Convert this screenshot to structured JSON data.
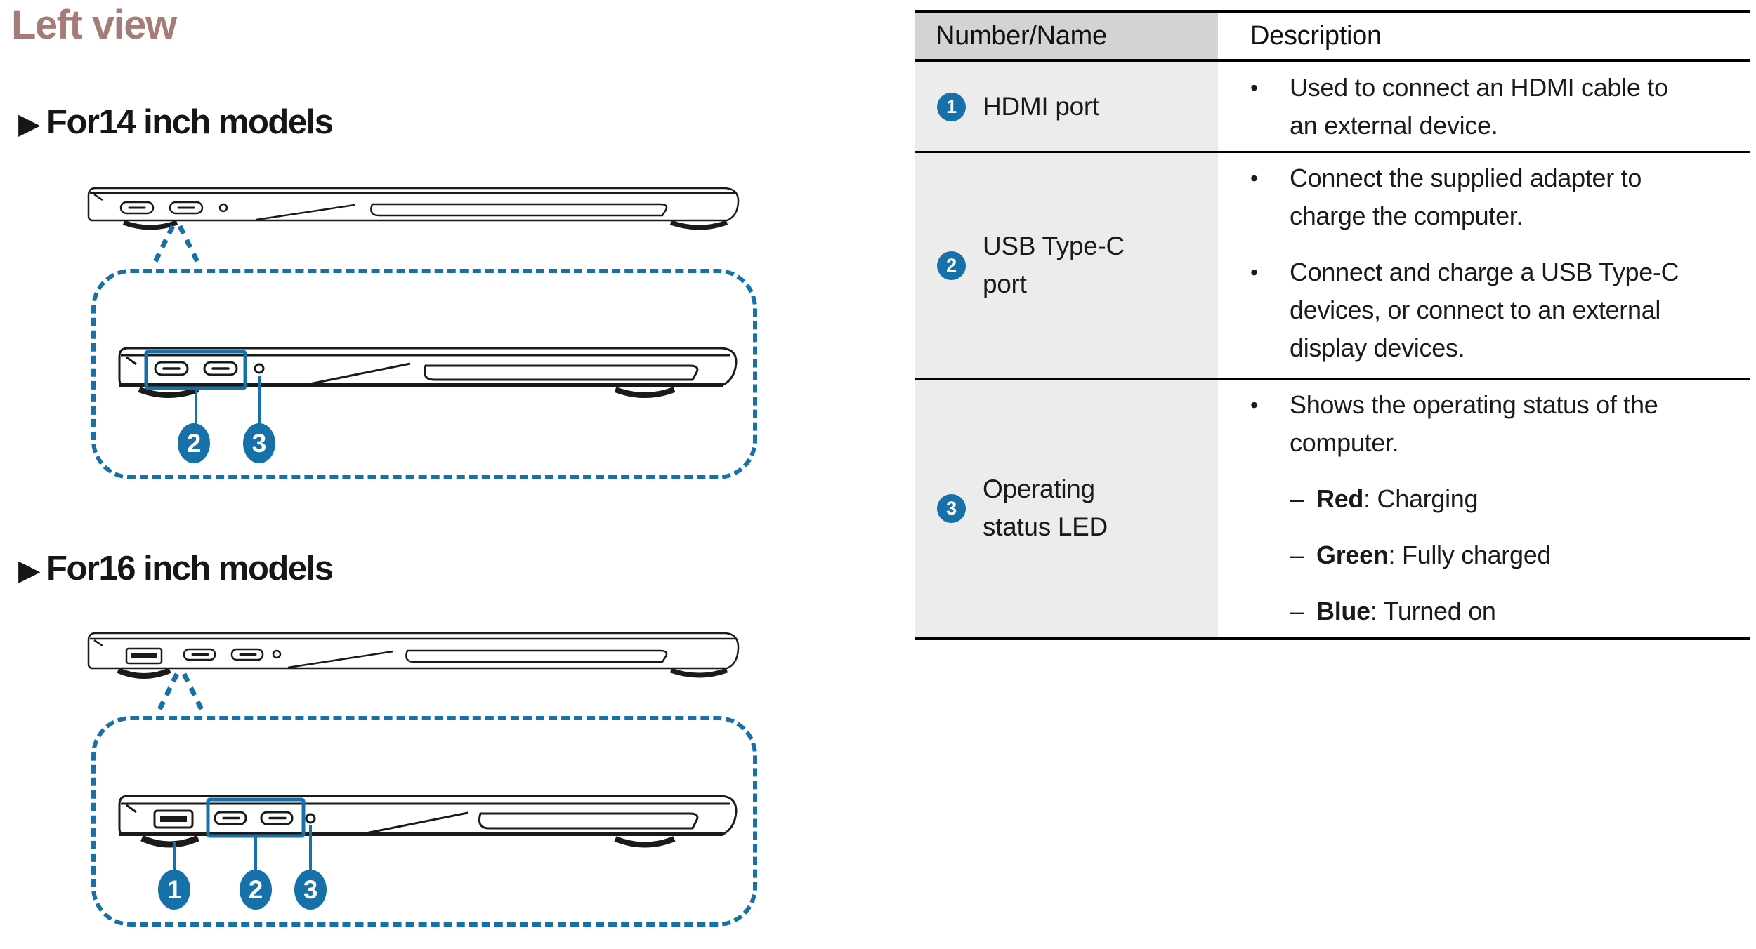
{
  "title": "Left view",
  "glyphs": {
    "triangle": "▶",
    "bullet": "•",
    "dash": "–"
  },
  "colors": {
    "accent_blue": "#1670a9",
    "title_mauve": "#a67c78",
    "line_art": "#1a1a1a",
    "table_header_bg": "#d3d3d3",
    "table_cell_bg": "#ececec"
  },
  "sections": {
    "m14": {
      "heading": "For14 inch models",
      "badges": [
        "2",
        "3"
      ]
    },
    "m16": {
      "heading": "For16 inch models",
      "badges": [
        "1",
        "2",
        "3"
      ]
    }
  },
  "table": {
    "col_number_name": "Number/Name",
    "col_description": "Description",
    "rows": [
      {
        "number": "1",
        "name": "HDMI port",
        "bullets": [
          {
            "text": "Used to connect an HDMI cable to an external device."
          }
        ]
      },
      {
        "number": "2",
        "name": "USB Type-C port",
        "bullets": [
          {
            "text": "Connect the supplied adapter to charge the computer."
          },
          {
            "text": "Connect and charge a USB Type-C devices, or connect to an external display devices."
          }
        ]
      },
      {
        "number": "3",
        "name": "Operating status LED",
        "bullets": [
          {
            "text": "Shows the operating status of the computer."
          }
        ],
        "subitems": [
          {
            "label": "Red",
            "text": ": Charging"
          },
          {
            "label": "Green",
            "text": ": Fully charged"
          },
          {
            "label": "Blue",
            "text": ": Turned on"
          }
        ]
      }
    ]
  }
}
